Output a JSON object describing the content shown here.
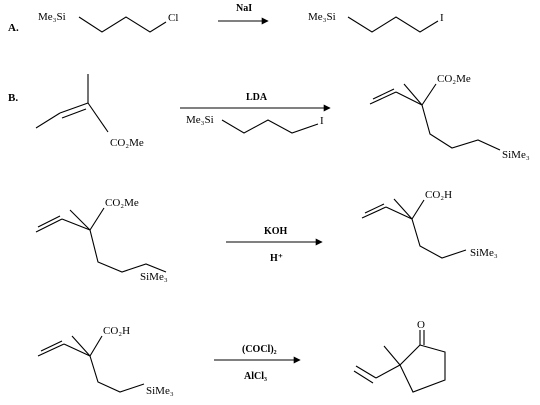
{
  "parts": {
    "a": "A.",
    "b": "B."
  },
  "groups": {
    "me3si": "Me₃Si",
    "sime3": "SiMe₃",
    "cl": "Cl",
    "i": "I",
    "o": "O",
    "co2me": "CO₂Me",
    "co2h": "CO₂H"
  },
  "reagents": {
    "nai": "NaI",
    "lda": "LDA",
    "koh": "KOH",
    "h_plus": "H⁺",
    "oxalyl_chloride": "(COCl)₂",
    "alcl3": "AlCl₃"
  }
}
